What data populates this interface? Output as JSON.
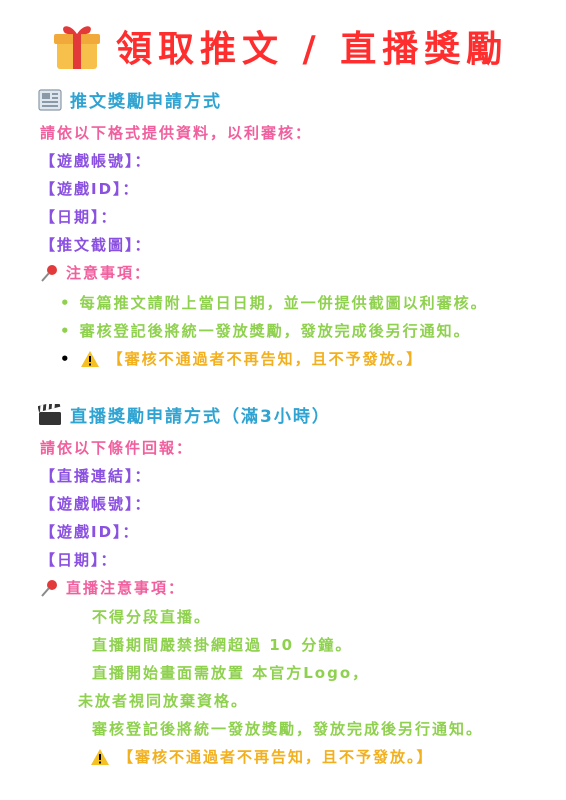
{
  "title": "領取推文 / 直播獎勵",
  "tweet": {
    "heading": "推文獎勵申請方式",
    "intro": "請依以下格式提供資料，以利審核：",
    "fields": [
      "【遊戲帳號】：",
      "【遊戲ID】：",
      "【日期】：",
      "【推文截圖】："
    ],
    "notes_heading": "注意事項：",
    "notes": [
      "每篇推文請附上當日日期，並一併提供截圖以利審核。",
      "審核登記後將統一發放獎勵，發放完成後另行通知。"
    ],
    "warning": "【審核不通過者不再告知，且不予發放。】"
  },
  "live": {
    "heading": "直播獎勵申請方式（滿3小時）",
    "intro": "請依以下條件回報：",
    "fields": [
      "【直播連結】：",
      "【遊戲帳號】：",
      "【遊戲ID】：",
      "【日期】："
    ],
    "notes_heading": "直播注意事項：",
    "notes": [
      "不得分段直播。",
      "直播期間嚴禁掛網超過 10 分鐘。",
      "直播開始畫面需放置 本官方Logo，",
      "未放者視同放棄資格。",
      "審核登記後將統一發放獎勵，發放完成後另行通知。"
    ],
    "warning": "【審核不通過者不再告知，且不予發放。】"
  },
  "colors": {
    "title": "#ff2e2e",
    "heading": "#2fa3d1",
    "intro": "#f0609e",
    "field": "#8a50e0",
    "note": "#8fd14f",
    "warning": "#f2b01e"
  },
  "icons": {
    "title": "gift-icon",
    "tweet_heading": "newspaper-icon",
    "live_heading": "clapper-board-icon",
    "notes": "pushpin-icon",
    "warning": "warning-icon"
  }
}
